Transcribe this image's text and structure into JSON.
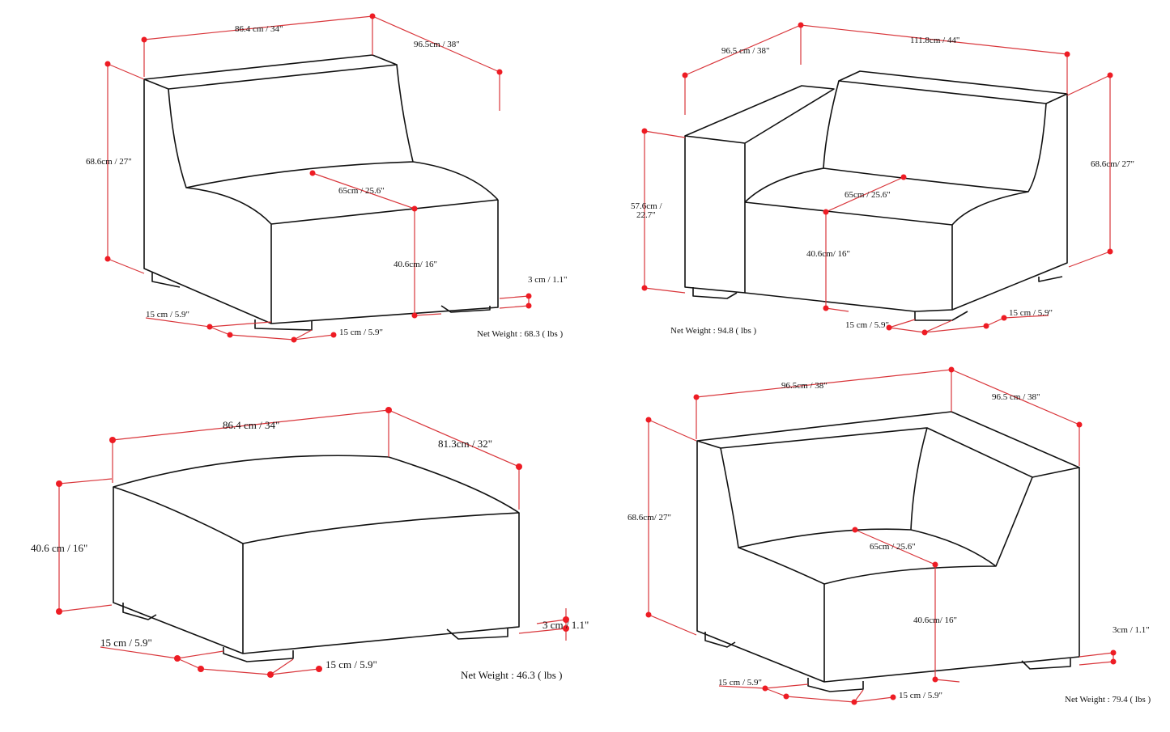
{
  "accent_color": "#ee1c24",
  "armless_chair": {
    "width": "86.4 cm / 34\"",
    "depth": "96.5cm / 38\"",
    "height": "68.6cm / 27\"",
    "seat_depth": "65cm / 25.6\"",
    "seat_height": "40.6cm/ 16\"",
    "leg_height": "3 cm / 1.1\"",
    "leg_a": "15 cm / 5.9\"",
    "leg_b": "15 cm / 5.9\"",
    "weight": "Net Weight : 68.3 ( lbs )"
  },
  "arm_chair": {
    "depth": "96.5 cm / 38\"",
    "width": "111.8cm / 44\"",
    "height": "68.6cm/ 27\"",
    "arm_height_1": "57.6cm /",
    "arm_height_2": "22.7\"",
    "seat_depth": "65cm / 25.6\"",
    "seat_height": "40.6cm/ 16\"",
    "leg_a": "15 cm / 5.9\"",
    "leg_b": "15 cm / 5.9\"",
    "weight": "Net Weight : 94.8 ( lbs )"
  },
  "ottoman": {
    "width": "86.4 cm / 34\"",
    "depth": "81.3cm / 32\"",
    "height": "40.6 cm / 16\"",
    "leg_height": "3 cm / 1.1\"",
    "leg_a": "15 cm / 5.9\"",
    "leg_b": "15 cm / 5.9\"",
    "weight": "Net Weight : 46.3 ( lbs )"
  },
  "corner_chair": {
    "width": "96.5cm / 38\"",
    "depth": "96.5 cm / 38\"",
    "height": "68.6cm/ 27\"",
    "seat_depth": "65cm / 25.6\"",
    "seat_height": "40.6cm/ 16\"",
    "leg_height": "3cm / 1.1\"",
    "leg_a": "15 cm / 5.9\"",
    "leg_b": "15 cm / 5.9\"",
    "weight": "Net Weight : 79.4 ( lbs )"
  }
}
